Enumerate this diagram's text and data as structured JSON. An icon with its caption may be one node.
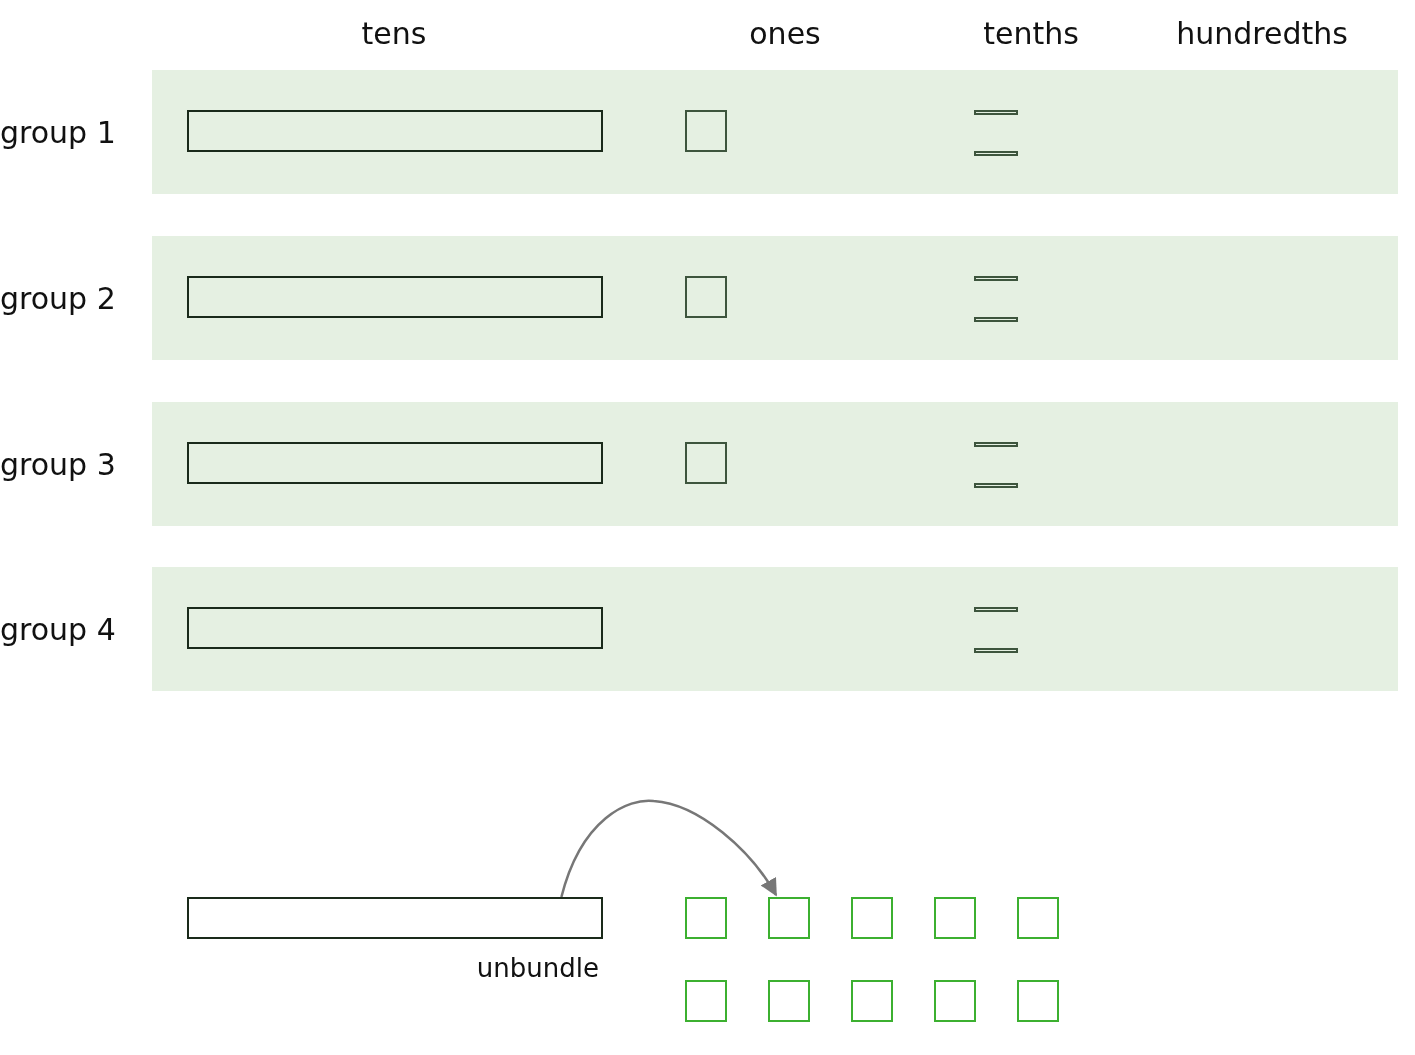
{
  "diagram": {
    "nodes": [
      {
        "text": [
          "group 1"
        ]
      },
      {
        "text": [],
        "shape": "bar",
        "in": 0
      },
      {
        "text": [],
        "shape": "box",
        "in": 0
      },
      {
        "text": [],
        "shape": "bar",
        "in": 0
      },
      {
        "text": [],
        "shape": "bar",
        "in": 0
      },
      {
        "text": [
          "group 2"
        ]
      },
      {
        "text": [],
        "shape": "bar",
        "in": 5
      },
      {
        "text": [],
        "shape": "box",
        "in": 5
      },
      {
        "text": [],
        "shape": "bar",
        "in": 5
      },
      {
        "text": [],
        "shape": "bar",
        "in": 5
      },
      {
        "text": [
          "group 3"
        ]
      },
      {
        "text": [],
        "shape": "bar",
        "in": 10
      },
      {
        "text": [],
        "shape": "box",
        "in": 10
      },
      {
        "text": [],
        "shape": "bar",
        "in": 10
      },
      {
        "text": [],
        "shape": "bar",
        "in": 10
      },
      {
        "text": [
          "group 4"
        ]
      },
      {
        "text": [],
        "shape": "bar",
        "in": 15
      },
      {
        "text": [],
        "shape": "bar",
        "in": 15
      },
      {
        "text": [],
        "shape": "bar",
        "in": 15
      },
      {
        "text": [],
        "shape": "bar",
        "beside": [
          "unbundle"
        ]
      },
      {
        "text": [],
        "shape": "box"
      },
      {
        "text": [],
        "shape": "box"
      },
      {
        "text": [],
        "shape": "box"
      },
      {
        "text": [],
        "shape": "box"
      },
      {
        "text": [],
        "shape": "box"
      },
      {
        "text": [],
        "shape": "box"
      },
      {
        "text": [],
        "shape": "box"
      },
      {
        "text": [],
        "shape": "box"
      },
      {
        "text": [],
        "shape": "box"
      },
      {
        "text": [],
        "shape": "box"
      }
    ],
    "edges": [
      {
        "from": 19,
        "to": 21,
        "arrow": "to"
      }
    ],
    "labels": [
      "tens",
      "ones",
      "tenths",
      "hundredths"
    ]
  }
}
